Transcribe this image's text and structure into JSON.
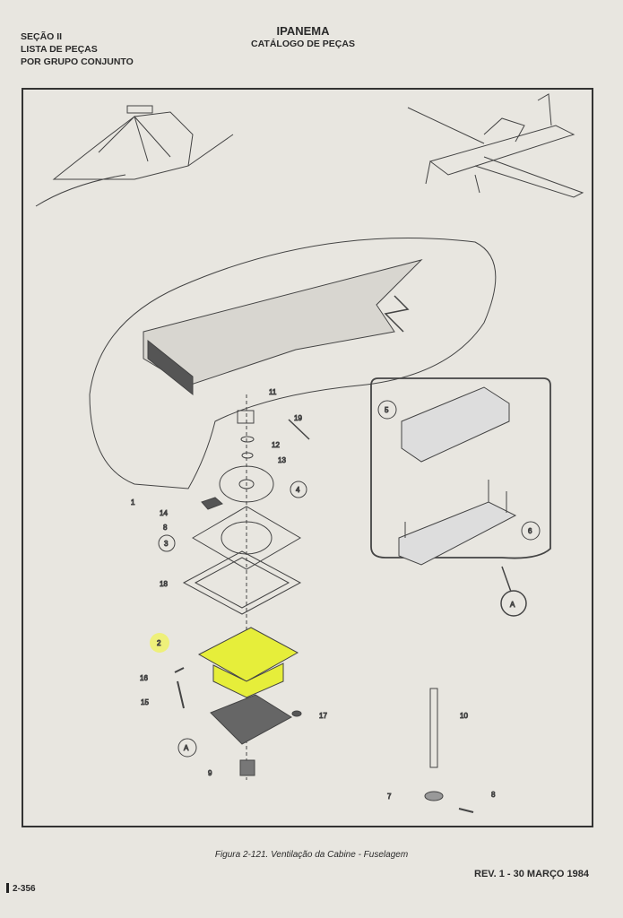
{
  "header": {
    "section": "SEÇÃO II",
    "list": "LISTA DE PEÇAS",
    "group": "POR GRUPO CONJUNTO",
    "title": "IPANEMA",
    "subtitle": "CATÁLOGO DE PEÇAS"
  },
  "figure": {
    "caption": "Figura 2-121.   Ventilação da Cabine - Fuselagem",
    "callouts": [
      "11",
      "19",
      "12",
      "13",
      "4",
      "1",
      "14",
      "8",
      "3",
      "18",
      "2",
      "16",
      "15",
      "17",
      "A",
      "9",
      "10",
      "7",
      "8",
      "5",
      "6",
      "A"
    ],
    "highlight_color": "#e6ee3a"
  },
  "footer": {
    "revision": "REV. 1 - 30 MARÇO 1984",
    "page_number": "2-356"
  }
}
